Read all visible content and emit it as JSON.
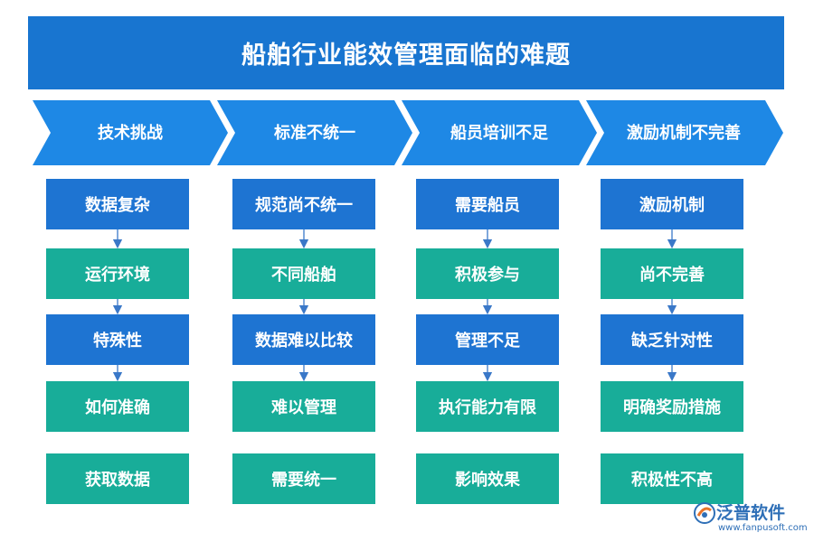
{
  "title": "船舶行业能效管理面临的难题",
  "colors": {
    "title_bg": "#1875d0",
    "chevron_bg": "#1e88e5",
    "box_blue": "#1e74d2",
    "box_teal": "#18ad99",
    "arrow": "#3a78c8"
  },
  "columns": [
    {
      "header": "技术挑战",
      "items": [
        "数据复杂",
        "运行环境",
        "特殊性",
        "如何准确",
        "获取数据"
      ]
    },
    {
      "header": "标准不统一",
      "items": [
        "规范尚不统一",
        "不同船舶",
        "数据难以比较",
        "难以管理",
        "需要统一"
      ]
    },
    {
      "header": "船员培训不足",
      "items": [
        "需要船员",
        "积极参与",
        "管理不足",
        "执行能力有限",
        "影响效果"
      ]
    },
    {
      "header": "激励机制不完善",
      "items": [
        "激励机制",
        "尚不完善",
        "缺乏针对性",
        "明确奖励措施",
        "积极性不高"
      ]
    }
  ],
  "logo": {
    "name": "泛普软件",
    "url": "www.fanpusoft.com",
    "icon": "fanpu-logo-icon"
  }
}
